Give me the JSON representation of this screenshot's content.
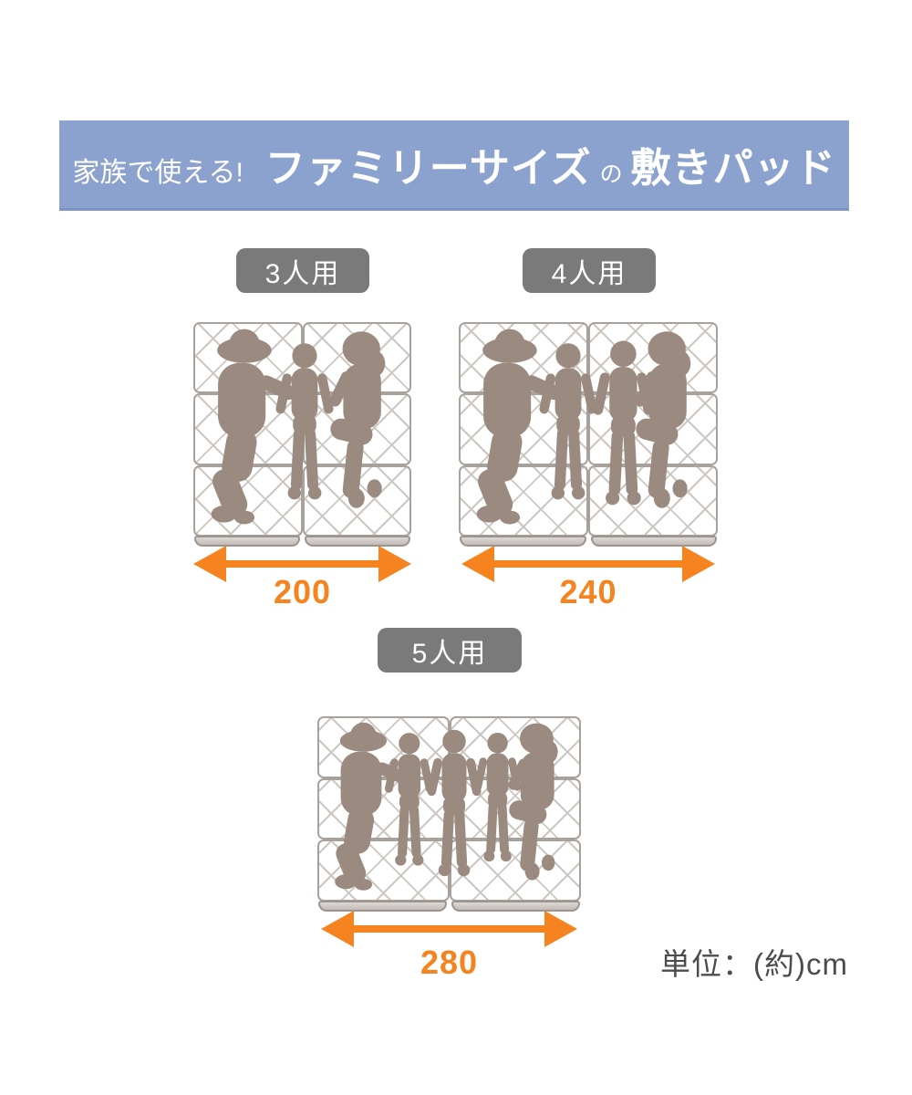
{
  "banner": {
    "prefix": "家族で使える!",
    "title_main": "ファミリーサイズ",
    "particle": "の",
    "title_sub": "敷きパッド"
  },
  "sizes": [
    {
      "label": "3人用",
      "width_cm": "200",
      "people": 3
    },
    {
      "label": "4人用",
      "width_cm": "240",
      "people": 4
    },
    {
      "label": "5人用",
      "width_cm": "280",
      "people": 5
    }
  ],
  "unit_note": "単位：(約)cm",
  "colors": {
    "banner_bg": "#8ca2ce",
    "tag_bg": "#7a7a7a",
    "arrow_orange": "#f5831f",
    "silhouette": "#9a8a7f",
    "quilt_line": "#cdc7c2",
    "pad_border": "#a8a19c",
    "strip_fill": "#c2bbb7",
    "unit_text": "#4c4c4c"
  }
}
